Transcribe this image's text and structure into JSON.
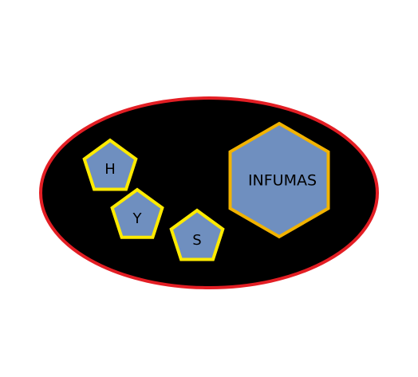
{
  "colors": {
    "ellipse_fill": "#000000",
    "ellipse_stroke": "#e31e24",
    "shape_fill": "#6f8fbf",
    "pentagon_stroke": "#ffeb00",
    "hexagon_stroke": "#f2b300"
  },
  "pentagons": [
    {
      "label": "H"
    },
    {
      "label": "Y"
    },
    {
      "label": "S"
    }
  ],
  "hexagon": {
    "label": "INFUMAS"
  }
}
